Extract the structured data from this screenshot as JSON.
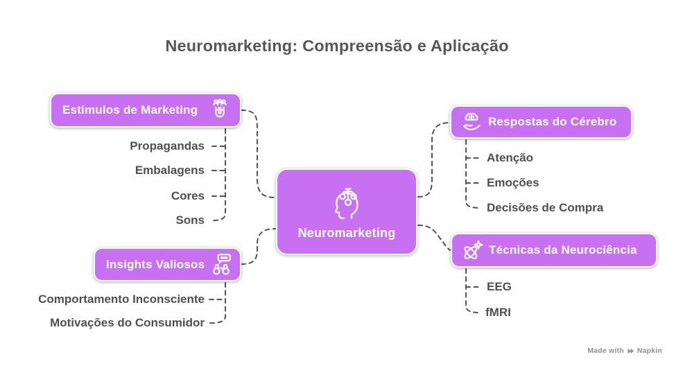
{
  "title": "Neuromarketing: Compreensão e Aplicação",
  "colors": {
    "node_fill": "#c770f2",
    "node_border": "#ffffff",
    "node_text": "#ffffff",
    "title_text": "#575757",
    "leaf_text": "#4f4f4f",
    "connector": "#515151",
    "watermark_text": "#8f8f8f",
    "background": "#ffffff"
  },
  "center": {
    "label": "Neuromarketing",
    "icon": "mind-head-icon"
  },
  "branches": [
    {
      "label": "Estímulos de Marketing",
      "icon": "magnet-audience-icon",
      "icon_position": "right",
      "children": [
        "Propagandas",
        "Embalagens",
        "Cores",
        "Sons"
      ]
    },
    {
      "label": "Insights Valiosos",
      "icon": "binoculars-insight-icon",
      "icon_position": "right",
      "children": [
        "Comportamento Inconsciente",
        "Motivações do Consumidor"
      ]
    },
    {
      "label": "Respostas do Cérebro",
      "icon": "hand-brain-icon",
      "icon_position": "left",
      "children": [
        "Atenção",
        "Emoções",
        "Decisões de Compra"
      ]
    },
    {
      "label": "Técnicas da Neurociência",
      "icon": "atom-sparkle-icon",
      "icon_position": "left",
      "children": [
        "EEG",
        "fMRI"
      ]
    }
  ],
  "watermark": {
    "prefix": "Made with",
    "brand": "Napkin"
  }
}
